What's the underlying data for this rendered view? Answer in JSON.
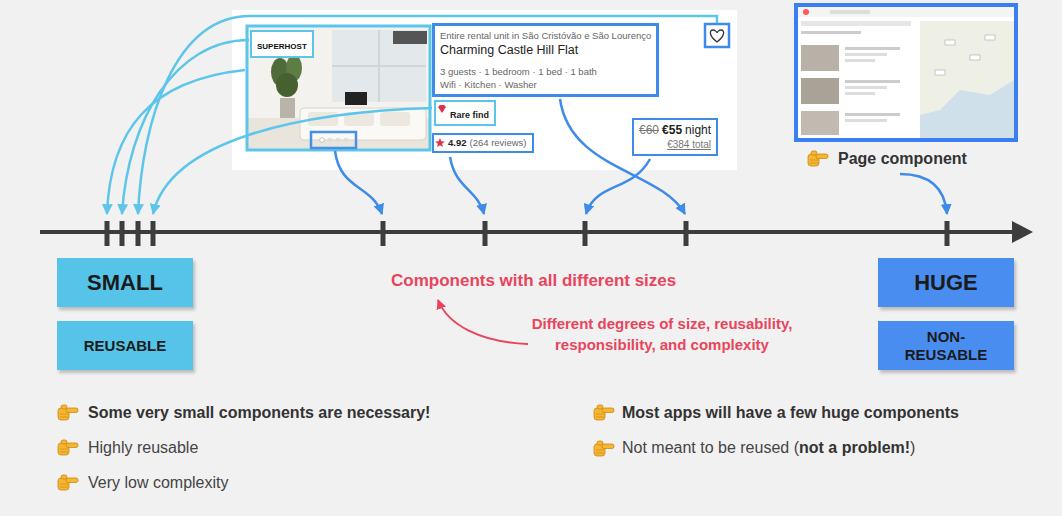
{
  "diagram": {
    "nodes": [
      {
        "text": [
          "SUPERHOST"
        ]
      },
      {
        "text": [
          "Entire rental unit in São Cristóvão e São Lourenço",
          "Charming Castle Hill Flat",
          "3 guests · 1 bedroom · 1 bed · 1 bath",
          "Wifi · Kitchen · Washer"
        ]
      },
      {
        "text": [
          "Rare find"
        ]
      },
      {
        "text": [
          "4.92",
          "(264 reviews)"
        ]
      },
      {
        "text": [
          "€60",
          "€55",
          "night",
          "€384 total"
        ]
      },
      {
        "text": [
          "SMALL"
        ]
      },
      {
        "text": [
          "REUSABLE"
        ]
      },
      {
        "text": [
          "HUGE"
        ]
      },
      {
        "text": [
          "NON-REUSABLE"
        ]
      }
    ],
    "labels": [
      "Page component",
      "Components with all different sizes",
      "Different degrees of size, reusability, responsibility, and complexity",
      "Some very small components are necessary!",
      "Highly reusable",
      "Very low complexity",
      "Most apps will have a few huge components",
      "Not meant to be reused (",
      "not a problem!",
      ")"
    ]
  }
}
